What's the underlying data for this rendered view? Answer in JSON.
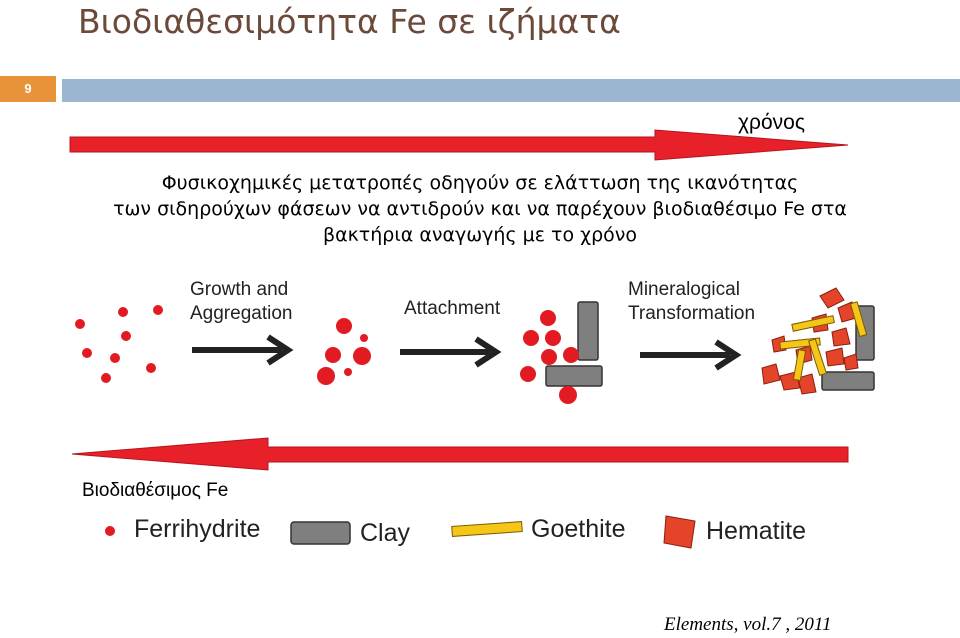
{
  "slide": {
    "title": "Βιοδιαθεσιμότητα Fe σε ιζήματα",
    "page_number": "9",
    "citation": "Elements, vol.7 , 2011"
  },
  "top_arrow": {
    "label": "χρόνος",
    "color": "#e8202a"
  },
  "description": {
    "line1": "Φυσικοχημικές μετατροπές οδηγούν σε ελάττωση της ικανότητας",
    "line2": "των σιδηρούχων φάσεων να αντιδρούν και να παρέχουν βιοδιαθέσιμο Fe στα",
    "line3": "βακτήρια αναγωγής με το χρόνο"
  },
  "stages": [
    {
      "line1": "Growth and",
      "line2": "Aggregation"
    },
    {
      "line1": "Attachment",
      "line2": ""
    },
    {
      "line1": "Mineralogical",
      "line2": "Transformation"
    }
  ],
  "bottom_arrow": {
    "label": "Βιοδιαθέσιμος Fe",
    "color": "#e8202a"
  },
  "legend": [
    {
      "label": "Ferrihydrite",
      "icon": "red-dot-icon",
      "color": "#e21b23"
    },
    {
      "label": "Clay",
      "icon": "gray-bar-icon",
      "color": "#7f7f7f"
    },
    {
      "label": "Goethite",
      "icon": "yellow-bar-icon",
      "color": "#f5c518"
    },
    {
      "label": "Hematite",
      "icon": "red-parallelogram-icon",
      "color": "#e4452a"
    }
  ],
  "colors": {
    "title": "#6b4a3a",
    "accent_orange": "#e8933a",
    "bar_blue": "#9ab6d1",
    "ferrihydrite_red": "#e21b23",
    "clay_gray": "#7f7f7f",
    "goethite_yellow": "#f5c518",
    "hematite_red": "#e4452a"
  }
}
